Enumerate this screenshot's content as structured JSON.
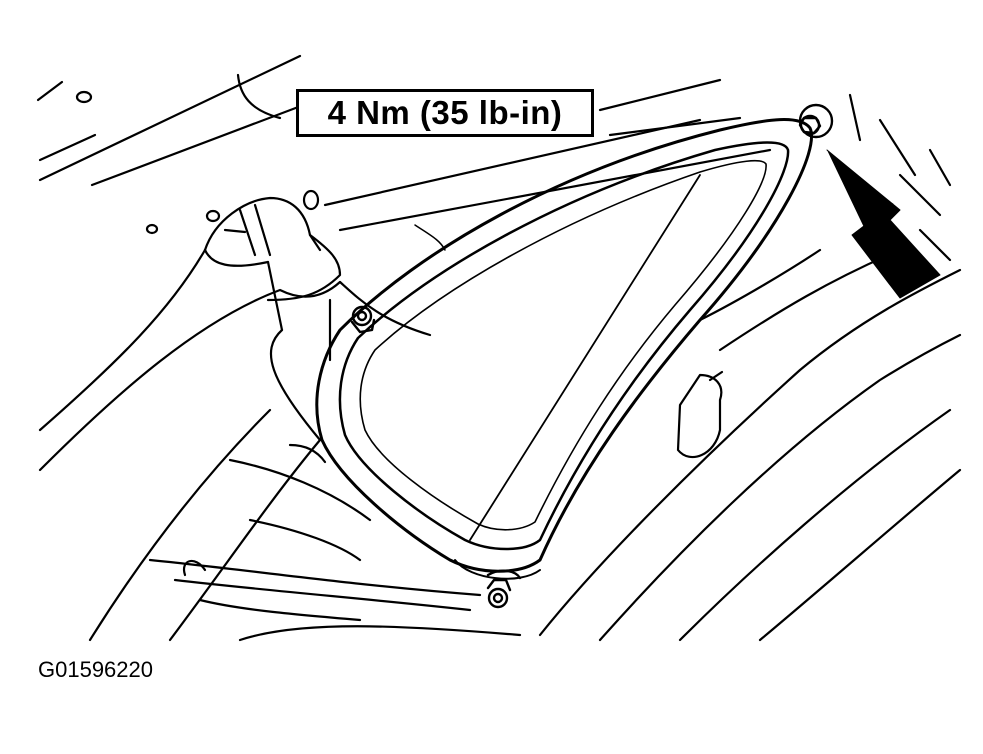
{
  "figure": {
    "torque_label": "4 Nm (35 lb-in)",
    "figure_id": "G01596220"
  },
  "colors": {
    "line": "#000000",
    "background": "#ffffff"
  },
  "parts": {
    "fasteners": [
      "top-right-nut",
      "left-bolt",
      "bottom-bolt"
    ],
    "callout_arrow": "arrow pointing to top-right fastener"
  }
}
